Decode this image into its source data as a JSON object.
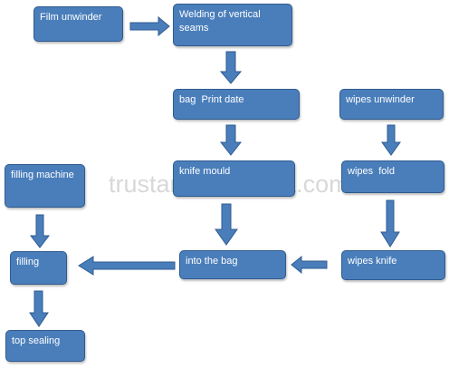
{
  "watermark": "trustar.en.alibaba.com",
  "colors": {
    "box_fill": "#4a7ebb",
    "box_border": "#2f5b8f",
    "arrow_fill": "#4a7ebb"
  },
  "nodes": {
    "film_unwinder": "Film unwinder",
    "welding_vertical_seams": "Welding of vertical seams",
    "bag_print_date": "bag  Print date",
    "wipes_unwinder": "wipes unwinder",
    "knife_mould": "knife mould",
    "wipes_fold": "wipes  fold",
    "filling_machine": "filling machine",
    "filling": "filling",
    "into_the_bag": "into the bag",
    "wipes_knife": "wipes knife",
    "top_sealing": "top sealing"
  }
}
